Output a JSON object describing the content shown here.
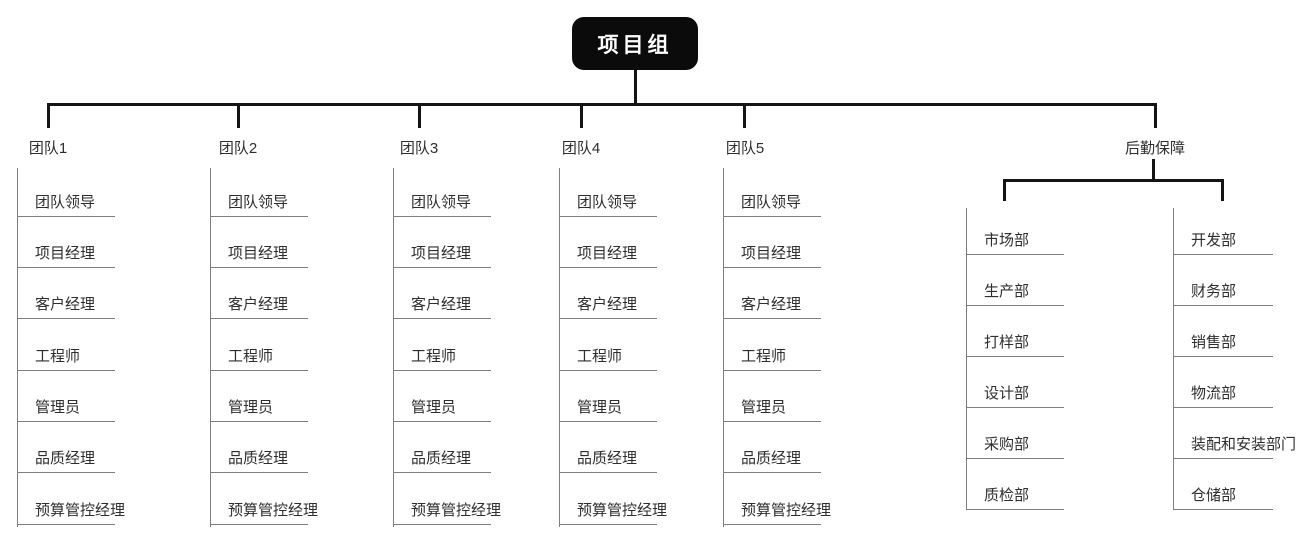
{
  "root": {
    "label": "项目组"
  },
  "teams": [
    {
      "label": "团队1",
      "roles": [
        "团队领导",
        "项目经理",
        "客户经理",
        "工程师",
        "管理员",
        "品质经理",
        "预算管控经理"
      ]
    },
    {
      "label": "团队2",
      "roles": [
        "团队领导",
        "项目经理",
        "客户经理",
        "工程师",
        "管理员",
        "品质经理",
        "预算管控经理"
      ]
    },
    {
      "label": "团队3",
      "roles": [
        "团队领导",
        "项目经理",
        "客户经理",
        "工程师",
        "管理员",
        "品质经理",
        "预算管控经理"
      ]
    },
    {
      "label": "团队4",
      "roles": [
        "团队领导",
        "项目经理",
        "客户经理",
        "工程师",
        "管理员",
        "品质经理",
        "预算管控经理"
      ]
    },
    {
      "label": "团队5",
      "roles": [
        "团队领导",
        "项目经理",
        "客户经理",
        "工程师",
        "管理员",
        "品质经理",
        "预算管控经理"
      ]
    }
  ],
  "logistics": {
    "label": "后勤保障",
    "left_departments": [
      "市场部",
      "生产部",
      "打样部",
      "设计部",
      "采购部",
      "质检部"
    ],
    "right_departments": [
      "开发部",
      "财务部",
      "销售部",
      "物流部",
      "装配和安装部门",
      "仓储部"
    ]
  },
  "colors": {
    "node_bg": "#0b0b0b",
    "node_text": "#ffffff",
    "connector": "#141414",
    "thin_line": "#7e7e7e",
    "text": "#2e2e2e"
  }
}
